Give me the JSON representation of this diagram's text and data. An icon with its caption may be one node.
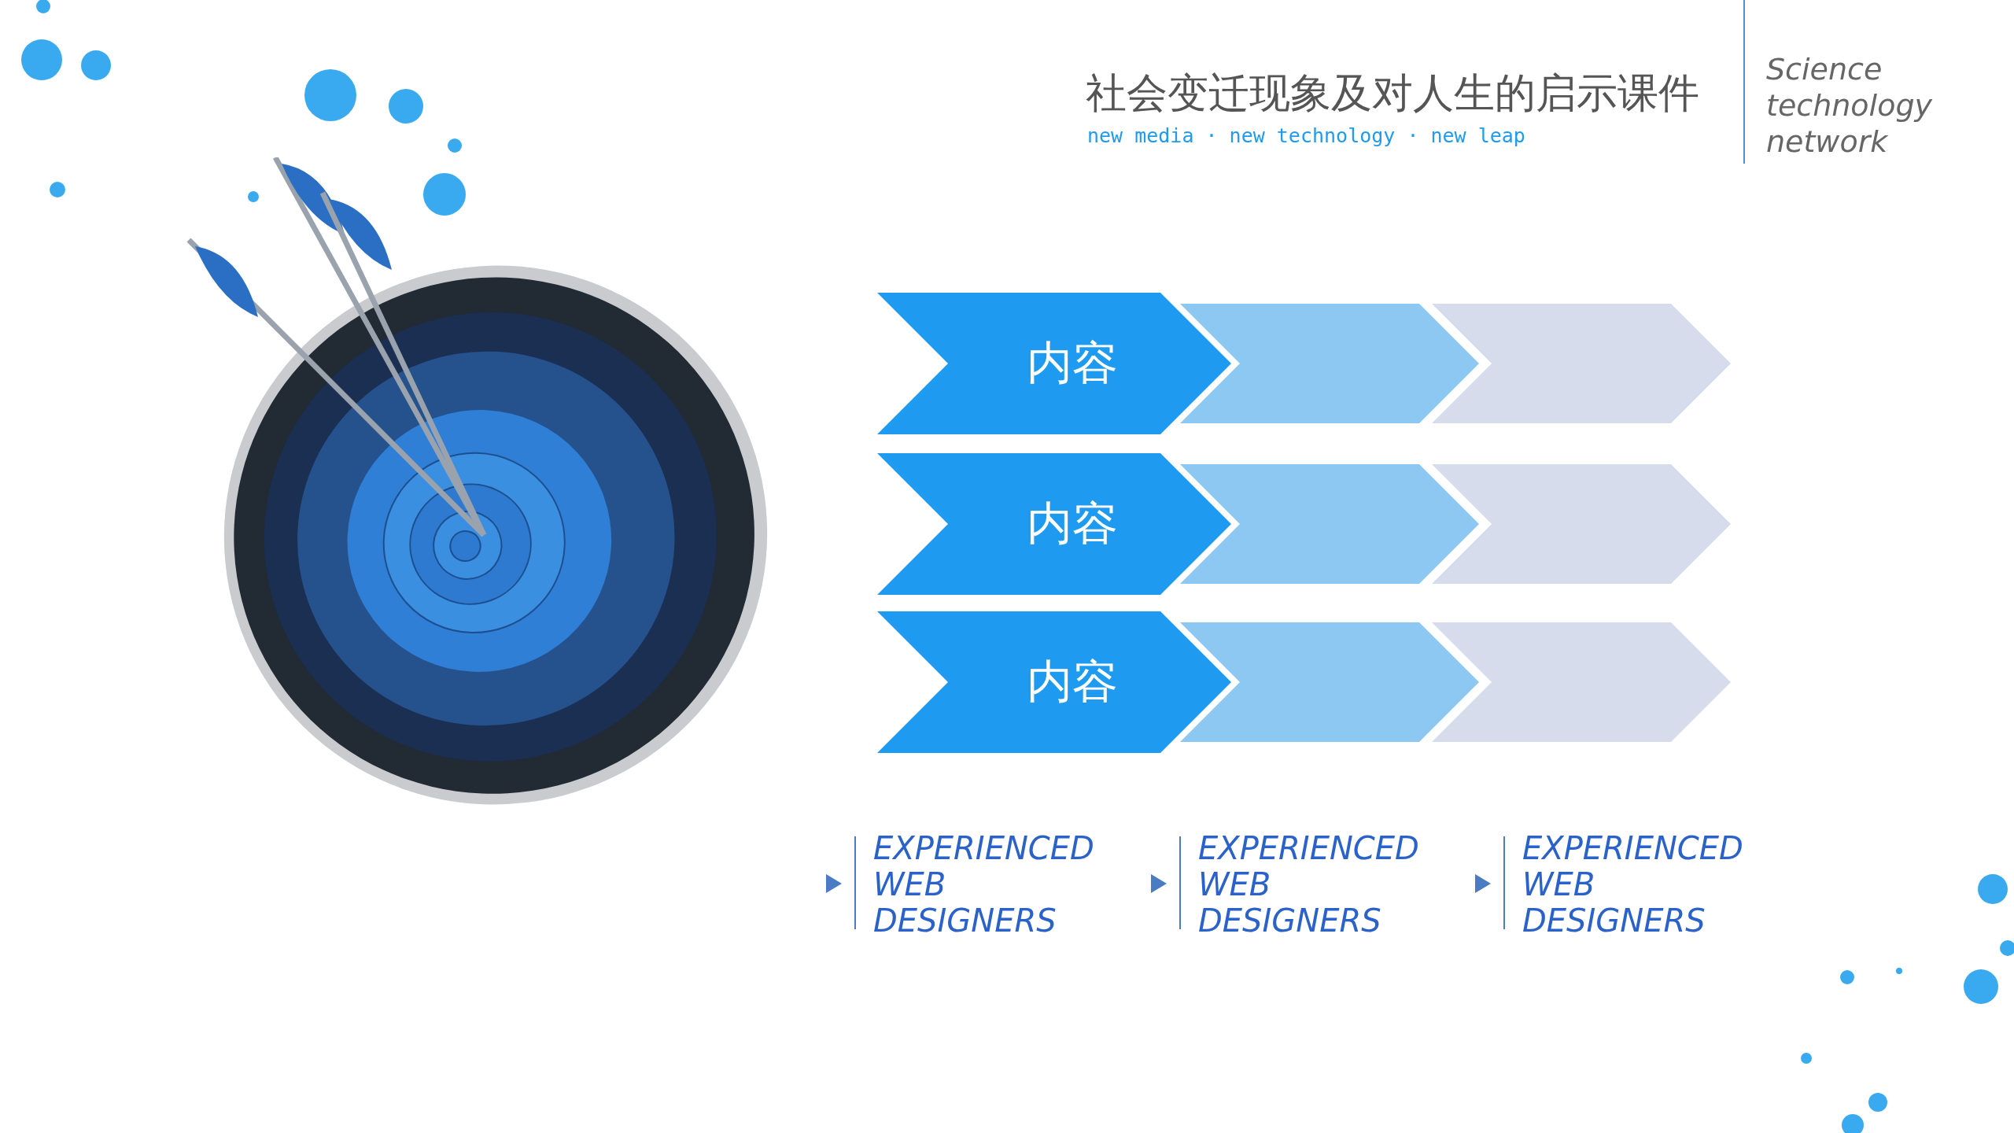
{
  "diagram": {
    "title": "社会变迁现象及对人生的启示课件",
    "nodes": [
      {
        "text": [
          "内容"
        ]
      },
      {
        "text": [],
        "shape": "chevron"
      },
      {
        "text": [],
        "shape": "chevron"
      },
      {
        "text": [
          "内容"
        ]
      },
      {
        "text": [],
        "shape": "chevron"
      },
      {
        "text": [],
        "shape": "chevron"
      },
      {
        "text": [
          "内容"
        ]
      },
      {
        "text": [],
        "shape": "chevron"
      },
      {
        "text": [],
        "shape": "chevron"
      }
    ],
    "labels": [
      "new media · new technology · new leap",
      "Science technology network",
      "EXPERIENCED WEB DESIGNERS",
      "EXPERIENCED WEB DESIGNERS",
      "EXPERIENCED WEB DESIGNERS"
    ]
  }
}
